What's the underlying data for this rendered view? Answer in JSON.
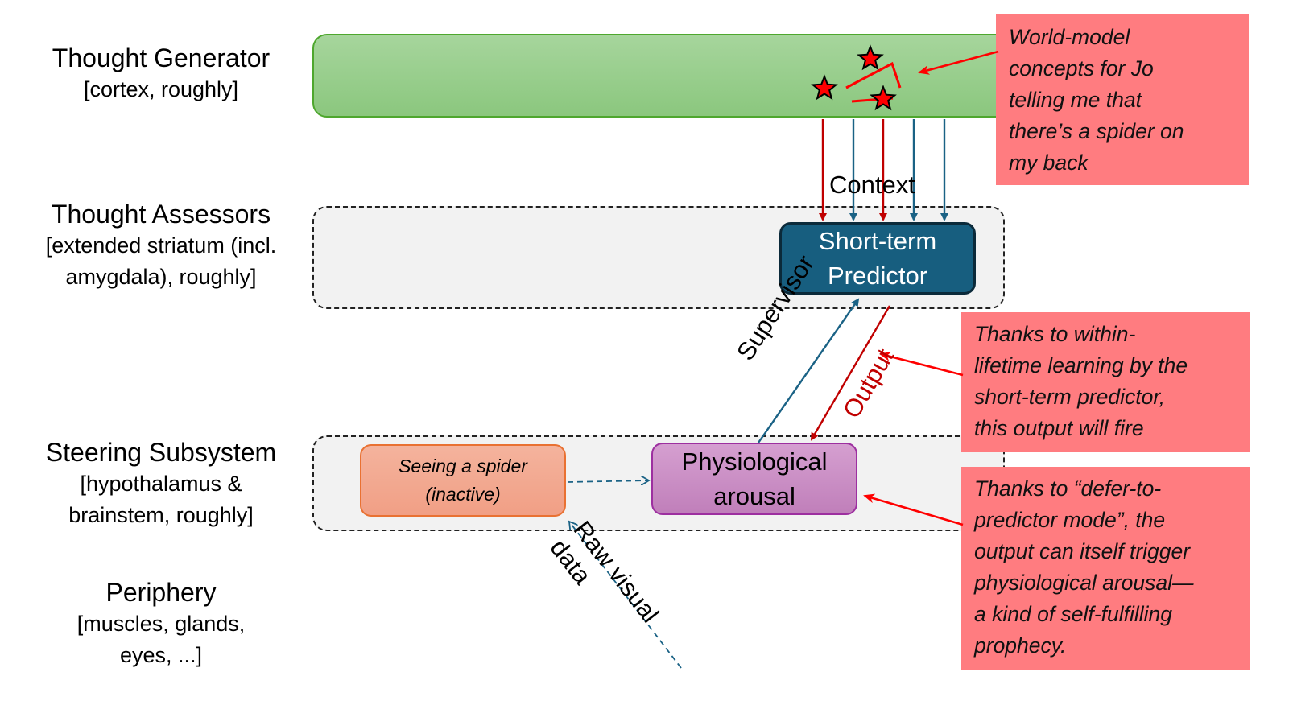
{
  "layers": [
    {
      "title": "Thought Generator",
      "subtitle": [
        "[cortex, roughly]"
      ]
    },
    {
      "title": "Thought Assessors",
      "subtitle": [
        "[extended striatum (incl.",
        "amygdala), roughly]"
      ]
    },
    {
      "title": "Steering Subsystem",
      "subtitle": [
        "[hypothalamus &",
        "brainstem, roughly]"
      ]
    },
    {
      "title": "Periphery",
      "subtitle": [
        "[muscles, glands,",
        "eyes, ...]"
      ]
    }
  ],
  "nodes": {
    "short_term_predictor": [
      "Short-term",
      "Predictor"
    ],
    "seeing_spider": [
      "Seeing a spider",
      "(inactive)"
    ],
    "physiological_arousal": [
      "Physiological",
      "arousal"
    ]
  },
  "edge_labels": {
    "context": "Context",
    "supervisor": "Supervisor",
    "output": "Output",
    "raw_visual_data": [
      "Raw visual",
      "data"
    ]
  },
  "notes": [
    {
      "lines": [
        "World-model",
        "concepts for Jo",
        "telling me that",
        "there’s a spider on",
        "my back"
      ]
    },
    {
      "lines": [
        "Thanks to within-",
        "lifetime learning by the",
        "short-term predictor,",
        "this output will fire"
      ]
    },
    {
      "lines": [
        "Thanks to “defer-to-",
        "predictor mode”, the",
        "output can itself trigger",
        "physiological arousal—",
        "a kind of self-fulfilling",
        "prophecy."
      ]
    }
  ],
  "colors": {
    "red_arrow": "#c00000",
    "blue_arrow": "#1a6285",
    "note_fill": "#ff7c80",
    "annotation_red": "#ff0000",
    "star_fill": "#ff0000"
  }
}
